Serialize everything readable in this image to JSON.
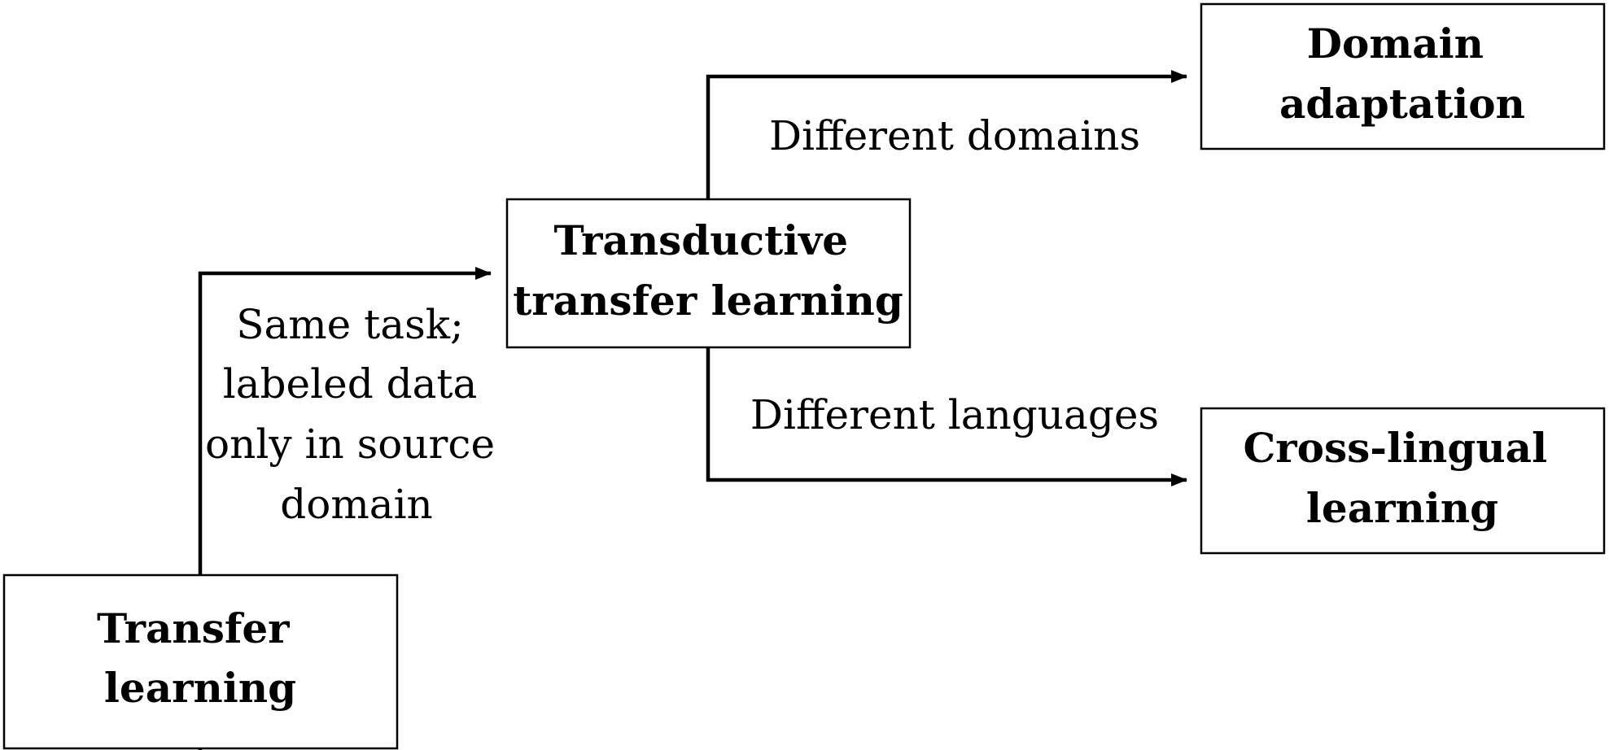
{
  "nodes": {
    "transfer_learning": {
      "lines": [
        "Transfer",
        "learning"
      ]
    },
    "transductive_transfer_learning": {
      "lines": [
        "Transductive",
        "transfer learning"
      ]
    },
    "domain_adaptation": {
      "lines": [
        "Domain",
        "adaptation"
      ]
    },
    "cross_lingual_learning": {
      "lines": [
        "Cross-lingual",
        "learning"
      ]
    }
  },
  "edges": {
    "transfer_to_transductive": {
      "lines": [
        "Same task;",
        "labeled data",
        "only in source",
        "domain"
      ]
    },
    "transductive_to_domain": {
      "lines": [
        "Different domains"
      ]
    },
    "transductive_to_crosslingual": {
      "lines": [
        "Different languages"
      ]
    }
  },
  "colors": {
    "stroke": "#000000",
    "background": "#ffffff"
  }
}
